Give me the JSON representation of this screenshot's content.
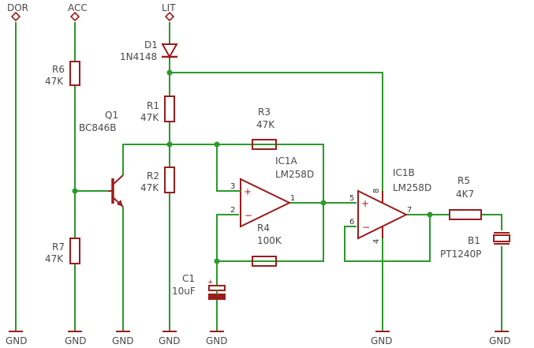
{
  "colors": {
    "wire": "#2a9a2a",
    "part": "#9b1c1c",
    "text": "#4a4a4a"
  },
  "nets": {
    "dor": "DOR",
    "acc": "ACC",
    "lit": "LIT",
    "gnd": "GND"
  },
  "parts": {
    "r6": {
      "name": "R6",
      "value": "47K"
    },
    "r7": {
      "name": "R7",
      "value": "47K"
    },
    "q1": {
      "name": "Q1",
      "value": "BC846B"
    },
    "d1": {
      "name": "D1",
      "value": "1N4148"
    },
    "r1": {
      "name": "R1",
      "value": "47K"
    },
    "r2": {
      "name": "R2",
      "value": "47K"
    },
    "r3": {
      "name": "R3",
      "value": "47K"
    },
    "r4": {
      "name": "R4",
      "value": "100K"
    },
    "c1": {
      "name": "C1",
      "value": "10uF"
    },
    "ic1a": {
      "name": "IC1A",
      "value": "LM258D"
    },
    "ic1b": {
      "name": "IC1B",
      "value": "LM258D"
    },
    "r5": {
      "name": "R5",
      "value": "4K7"
    },
    "b1": {
      "name": "B1",
      "value": "PT1240P"
    }
  },
  "pins": {
    "ic1a_in_plus": "3",
    "ic1a_in_minus": "2",
    "ic1a_out": "1",
    "ic1b_in_plus": "5",
    "ic1b_in_minus": "6",
    "ic1b_out": "7",
    "ic1b_vcc": "8",
    "ic1b_gnd": "4"
  },
  "symbols": {
    "plus": "+",
    "minus": "−"
  }
}
